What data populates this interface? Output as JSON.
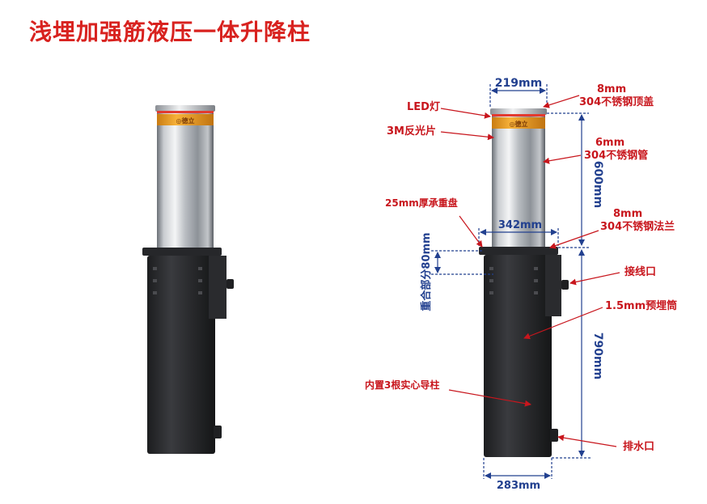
{
  "title": "浅埋加强筋液压一体升降柱",
  "colors": {
    "title": "#d8221f",
    "callout": "#c8161d",
    "dimension": "#22408f",
    "steel_light": "#eef0f2",
    "steel_dark": "#5f6369",
    "sleeve": "#2c2d30",
    "reflective_band": "#f2a227"
  },
  "band_logo": "◎德立",
  "dimensions": {
    "top_diameter": "219mm",
    "height_above": "600mm",
    "flange_width": "342mm",
    "overlap": "重合部分80mm",
    "sleeve_height": "790mm",
    "sleeve_diameter": "283mm"
  },
  "callouts": {
    "led": "LED灯",
    "reflective": "3M反光片",
    "bearing_disc": "25mm厚承重盘",
    "built_in_guides": "内置3根实心导柱",
    "top_cap_1": "8mm",
    "top_cap_2": "304不锈钢顶盖",
    "tube_1": "6mm",
    "tube_2": "304不锈钢管",
    "flange_1": "8mm",
    "flange_2": "304不锈钢法兰",
    "wiring_port": "接线口",
    "embedded_sleeve": "1.5mm预埋筒",
    "drain_port": "排水口"
  }
}
